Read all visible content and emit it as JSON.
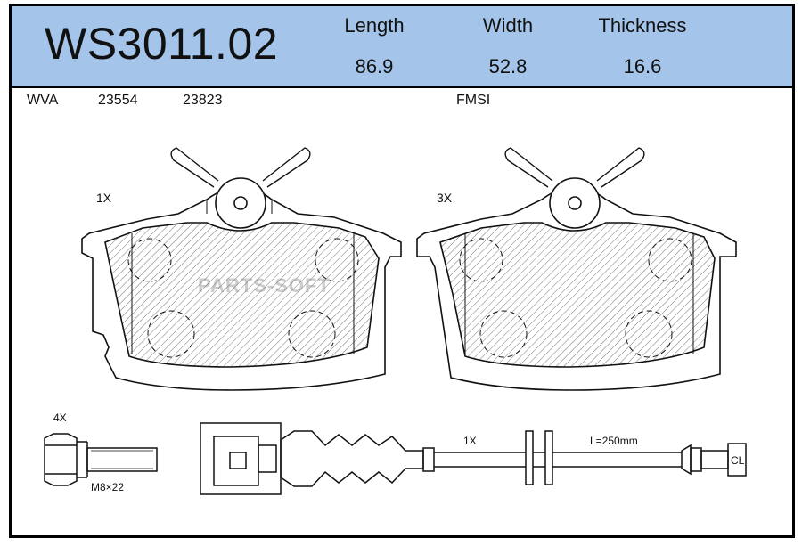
{
  "header": {
    "part_number": "WS3011.02",
    "dimensions": [
      {
        "label": "Length",
        "value": "86.9"
      },
      {
        "label": "Width",
        "value": "52.8"
      },
      {
        "label": "Thickness",
        "value": "16.6"
      }
    ]
  },
  "references": {
    "wva_label": "WVA",
    "wva_numbers": [
      "23554",
      "23823"
    ],
    "fmsi_label": "FMSI"
  },
  "pads": [
    {
      "quantity": "1X"
    },
    {
      "quantity": "3X"
    }
  ],
  "accessories": {
    "bolt_quantity": "4X",
    "bolt_size": "M8×22",
    "sensor_quantity": "1X",
    "sensor_length": "L=250mm",
    "connector_text": "CL"
  },
  "watermark": "PARTS-SOFT"
}
